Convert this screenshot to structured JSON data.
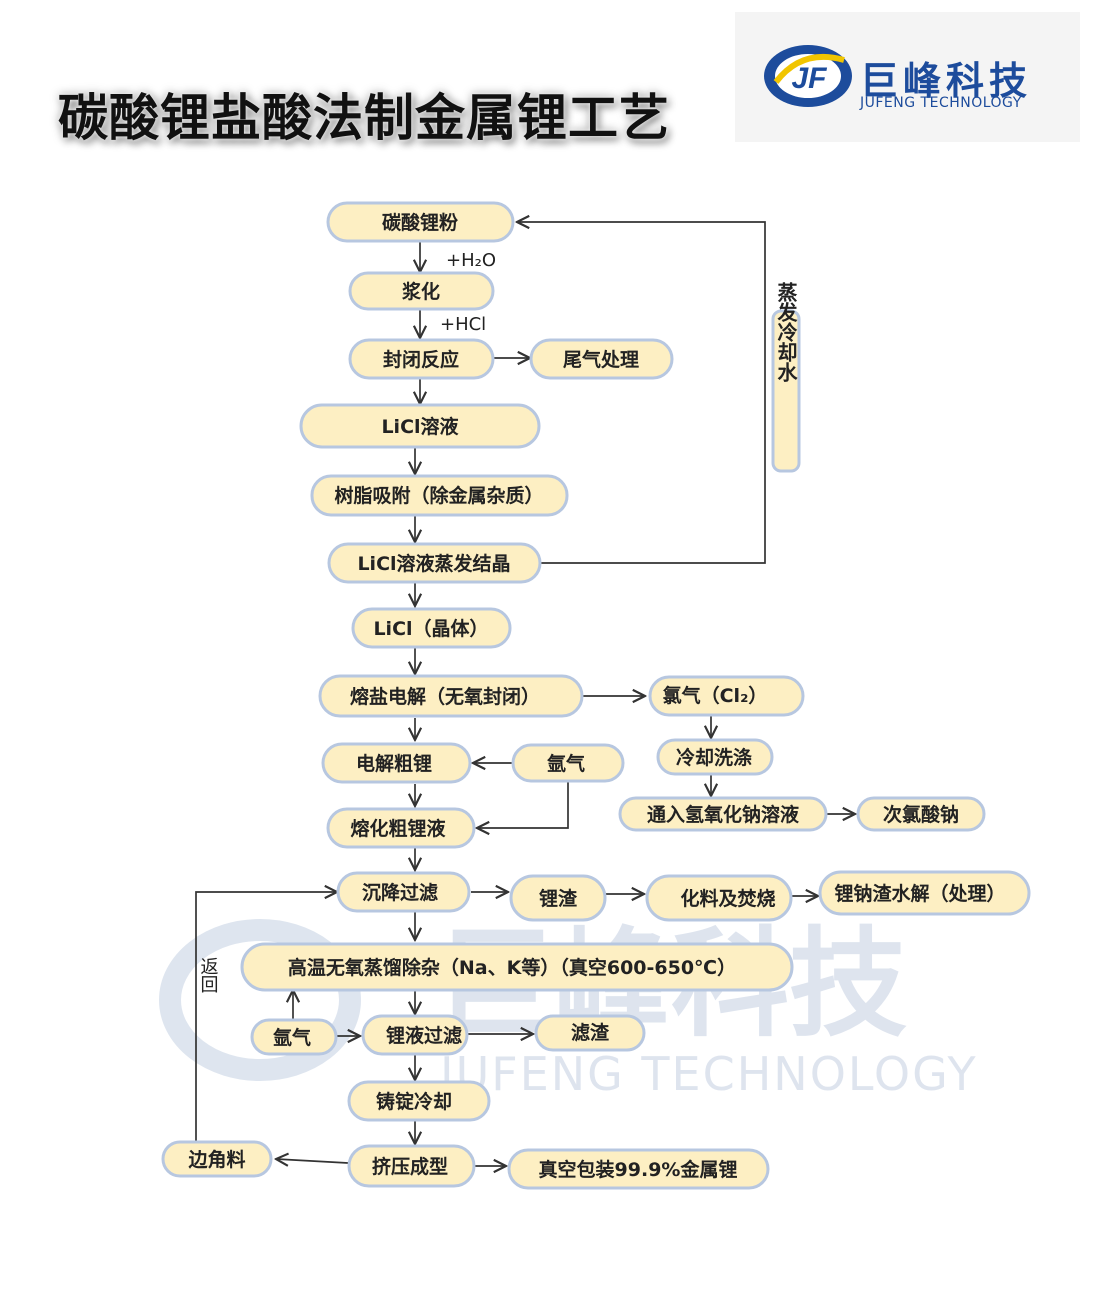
{
  "title": "碳酸锂盐酸法制金属锂工艺",
  "logo": {
    "cn": "巨峰科技",
    "en": "JUFENG TECHNOLOGY",
    "monogram": "JF",
    "brand_color": "#1d4c9c",
    "accent_color": "#f1c500"
  },
  "watermark": {
    "cn": "巨峰科技",
    "en": "JUFENG TECHNOLOGY"
  },
  "colors": {
    "node_fill": "#fdefc3",
    "node_border": "#b7c7e0",
    "arrow": "#333333"
  },
  "nodes": {
    "li2co3_powder": "碳酸锂粉",
    "slurry": "浆化",
    "sealed_reaction": "封闭反应",
    "tail_gas": "尾气处理",
    "licl_solution": "LiCl溶液",
    "resin_adsorption": "树脂吸附（除金属杂质）",
    "evap_crystal": "LiCl溶液蒸发结晶",
    "licl_crystal": "LiCl（晶体）",
    "molten_electrolysis": "熔盐电解（无氧封闭）",
    "chlorine": "氯气（Cl₂）",
    "cooling_wash": "冷却洗涤",
    "naoh_solution": "通入氢氧化钠溶液",
    "hypochlorite": "次氯酸钠",
    "crude_li": "电解粗锂",
    "argon_1": "氩气",
    "molten_crude": "熔化粗锂液",
    "settle_filter": "沉降过滤",
    "li_slag": "锂渣",
    "blend_burn": "化料及焚烧",
    "na_slag": "锂钠渣水解（处理）",
    "vacuum_distill": "高温无氧蒸馏除杂（Na、K等）（真空600-650℃）",
    "argon_2": "氩气",
    "li_filter": "锂液过滤",
    "filter_residue": "滤渣",
    "ingot": "铸锭冷却",
    "scrap": "边角料",
    "extrusion": "挤压成型",
    "product": "真空包装99.9%金属锂"
  },
  "annotations": {
    "add_water": "+H₂O",
    "add_hcl": "+HCl",
    "evap_water": "蒸发冷却水",
    "return": "返回"
  }
}
